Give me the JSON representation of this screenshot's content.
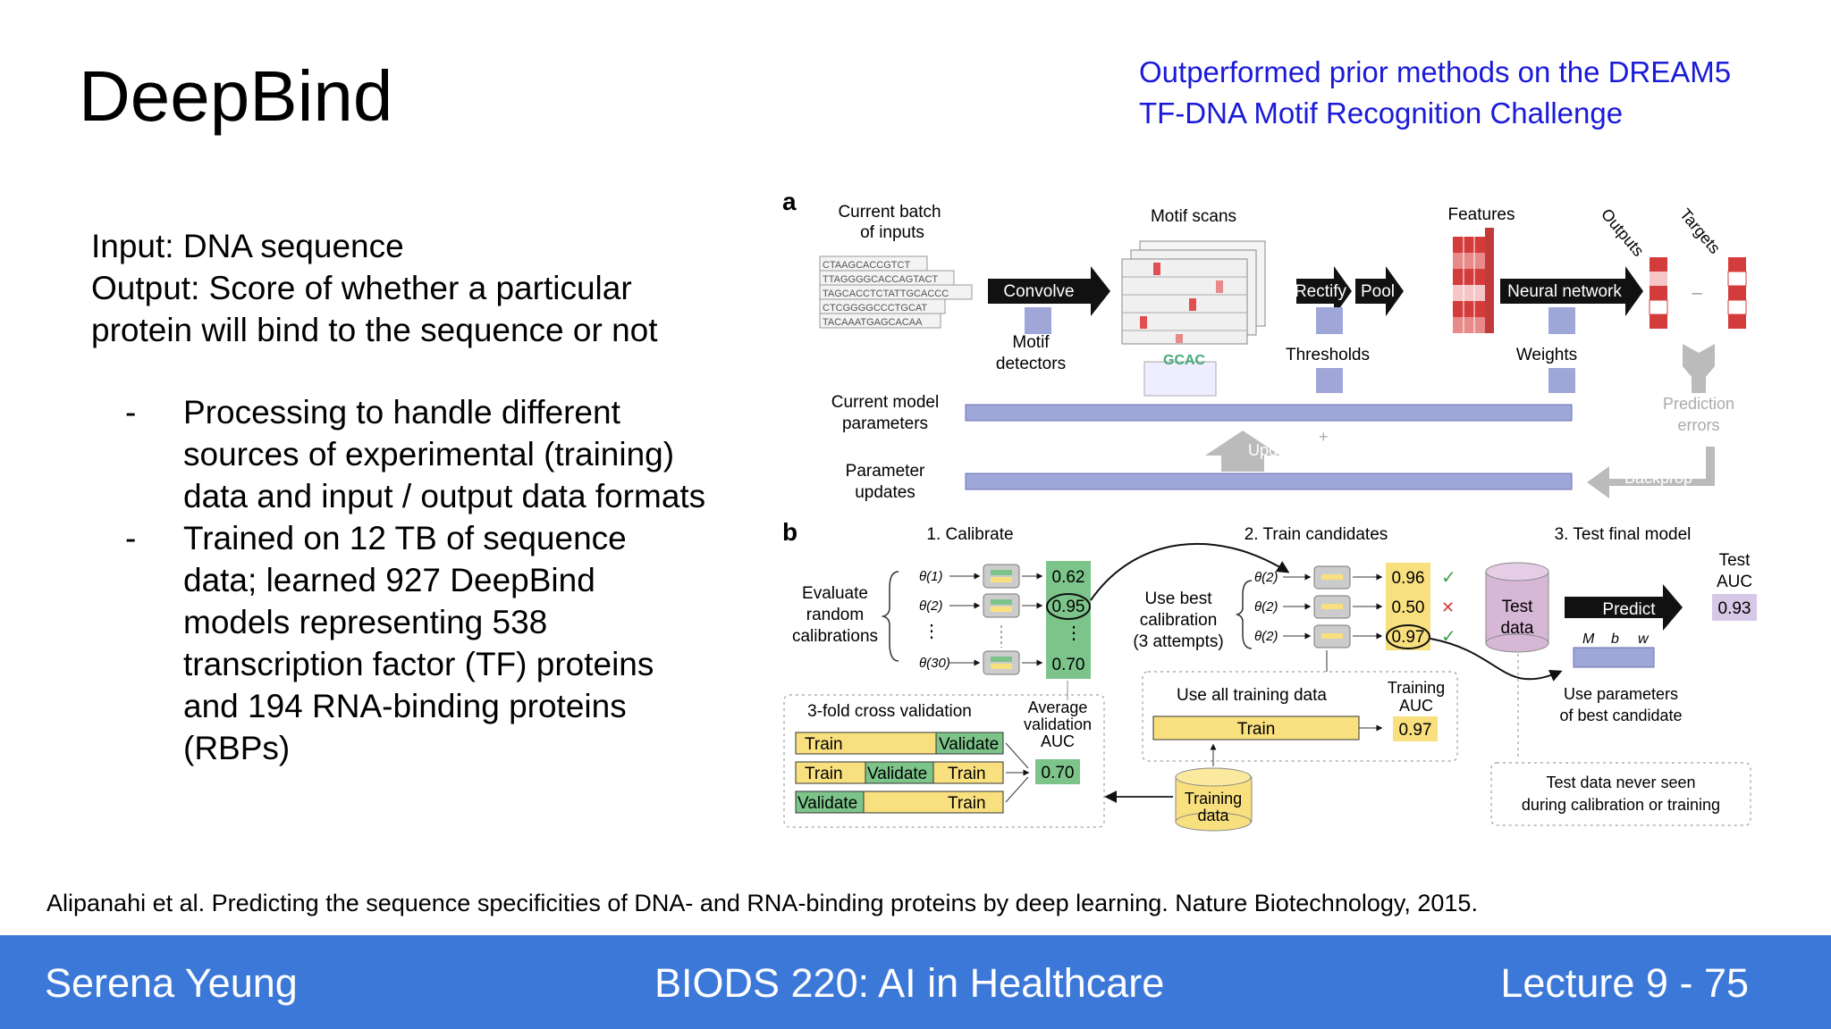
{
  "slide": {
    "title": "DeepBind",
    "note_lines": [
      "Outperformed prior methods on the DREAM5",
      "TF-DNA Motif Recognition Challenge"
    ],
    "io_lines": [
      "Input: DNA sequence",
      "Output: Score of whether a particular",
      "protein will bind to the sequence or not"
    ],
    "bullets": [
      {
        "dash": "-",
        "lines": [
          "Processing to handle different",
          "sources of experimental (training)",
          "data and input / output data formats"
        ]
      },
      {
        "dash": "-",
        "lines": [
          "Trained on 12 TB of sequence",
          "data; learned 927 DeepBind",
          "models representing 538",
          "transcription factor (TF) proteins",
          "and 194 RNA-binding proteins",
          "(RBPs)"
        ]
      }
    ],
    "citation": "Alipanahi et al. Predicting the sequence specificities of DNA- and RNA-binding proteins by deep learning. Nature Biotechnology, 2015."
  },
  "footer": {
    "author": "Serena Yeung",
    "course": "BIODS 220: AI in Healthcare",
    "lecture": "Lecture 9 - 75"
  },
  "figure": {
    "panel_a": {
      "label": "a",
      "batch_label": [
        "Current batch",
        "of inputs"
      ],
      "sequences": [
        "CTAAGCACCGTCT",
        "TTAGGGGCACCAGTACT",
        "TAGCACCTCTATTGCACCC",
        "CTCGGGGCCCTGCAT",
        "TACAAATGAGCACAA"
      ],
      "convolve": "Convolve",
      "motif_scans": "Motif scans",
      "motif_detectors": [
        "Motif",
        "detectors"
      ],
      "logo_text": "GCAC",
      "rectify": "Rectify",
      "pool": "Pool",
      "thresholds": "Thresholds",
      "features": "Features",
      "neural_network": "Neural network",
      "weights": "Weights",
      "outputs": "Outputs",
      "targets": "Targets",
      "minus": "–",
      "prediction_errors": [
        "Prediction",
        "errors"
      ],
      "current_model_parameters": [
        "Current model",
        "parameters"
      ],
      "parameter_updates": [
        "Parameter",
        "updates"
      ],
      "update": "Update",
      "plus": "+",
      "backprop": "Backprop"
    },
    "panel_b": {
      "label": "b",
      "calibrate": "1. Calibrate",
      "train_candidates": "2. Train candidates",
      "test_final_model": "3. Test final model",
      "evaluate": [
        "Evaluate",
        "random",
        "calibrations"
      ],
      "thetas": [
        "θ(1)",
        "θ(2)",
        "θ(30)"
      ],
      "calib_values": [
        "0.62",
        "0.95",
        "0.70"
      ],
      "use_best": [
        "Use best",
        "calibration",
        "(3 attempts)"
      ],
      "candidate_thetas": [
        "θ(2)",
        "θ(2)",
        "θ(2)"
      ],
      "candidate_values": [
        "0.96",
        "0.50",
        "0.97"
      ],
      "candidate_marks": [
        "✓",
        "✕",
        "✓"
      ],
      "test_data": [
        "Test",
        "data"
      ],
      "predict": "Predict",
      "test_auc_label": [
        "Test",
        "AUC"
      ],
      "test_auc_value": "0.93",
      "params": [
        "M",
        "b",
        "w"
      ],
      "use_parameters": [
        "Use parameters",
        "of best candidate"
      ],
      "cross_validation": "3-fold cross validation",
      "cv_rows": [
        [
          "Train",
          "Validate"
        ],
        [
          "Train",
          "Validate",
          "Train"
        ],
        [
          "Validate",
          "Train"
        ]
      ],
      "average_validation": [
        "Average",
        "validation",
        "AUC"
      ],
      "avg_value": "0.70",
      "use_all_training": "Use all training data",
      "train_bar": "Train",
      "training_auc_label": [
        "Training",
        "AUC"
      ],
      "training_auc_value": "0.97",
      "training_data": [
        "Training",
        "data"
      ],
      "never_seen": [
        "Test data never seen",
        "during calibration or training"
      ]
    }
  },
  "colors": {
    "accent_blue": "#1a1ad8",
    "footer_blue": "#3c78d8",
    "train_yellow": "#f9e07f",
    "validate_green": "#7cc48a",
    "parameter_bar": "#9fa6d8",
    "dark_arrow": "#111111"
  }
}
